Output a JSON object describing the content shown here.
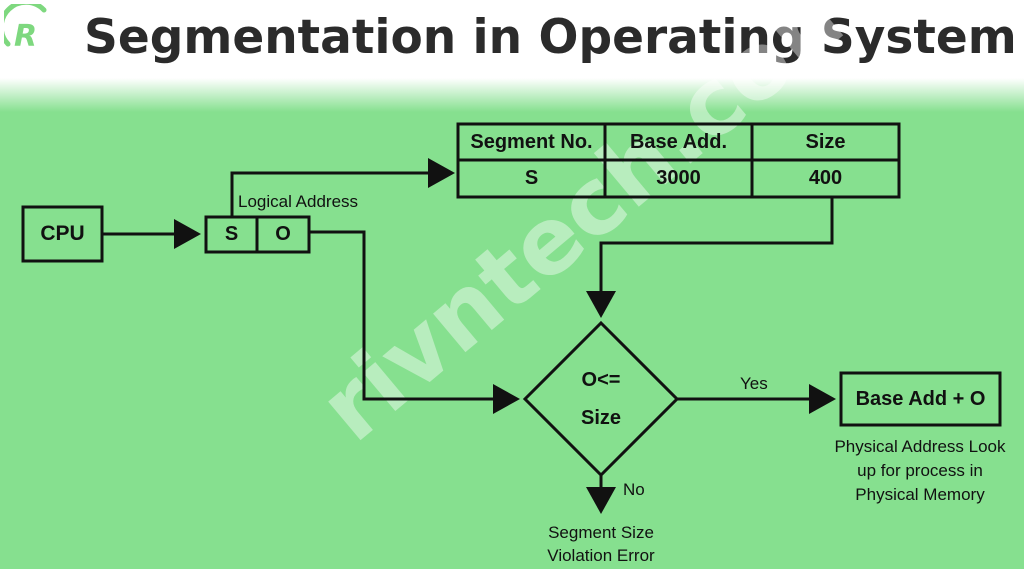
{
  "title": "Segmentation in Operating System",
  "logo_letter": "R",
  "watermark": "rivntech.com",
  "cpu_label": "CPU",
  "logical_address_label": "Logical Address",
  "logical_address": {
    "segment": "S",
    "offset": "O"
  },
  "segment_table": {
    "headers": [
      "Segment No.",
      "Base Add.",
      "Size"
    ],
    "row": [
      "S",
      "3000",
      "400"
    ]
  },
  "decision": {
    "line1": "O<=",
    "line2": "Size"
  },
  "yes_label": "Yes",
  "no_label": "No",
  "result_box": "Base Add + O",
  "result_caption": [
    "Physical Address Look",
    "up for process in",
    "Physical Memory"
  ],
  "error_caption": [
    "Segment Size",
    "Violation Error"
  ],
  "colors": {
    "background": "#86e08f",
    "title": "#2b2b2b",
    "lines": "#111111",
    "logo": "#7ed87f"
  }
}
